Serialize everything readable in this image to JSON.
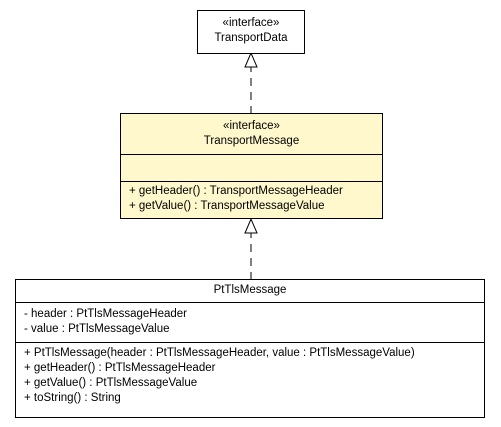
{
  "diagram": {
    "classes": [
      {
        "id": "transport-data",
        "stereotype": "«interface»",
        "name": "TransportData",
        "fields": [],
        "methods": []
      },
      {
        "id": "transport-message",
        "stereotype": "«interface»",
        "name": "TransportMessage",
        "fields": [],
        "methods": [
          "+ getHeader() : TransportMessageHeader",
          "+ getValue() : TransportMessageValue"
        ]
      },
      {
        "id": "pt-tls-message",
        "stereotype": "",
        "name": "PtTlsMessage",
        "fields": [
          "- header : PtTlsMessageHeader",
          "- value : PtTlsMessageValue"
        ],
        "methods": [
          "+ PtTlsMessage(header : PtTlsMessageHeader, value : PtTlsMessageValue)",
          "+ getHeader() : PtTlsMessageHeader",
          "+ getValue() : PtTlsMessageValue",
          "+ toString() : String"
        ]
      }
    ],
    "relations": [
      {
        "from": "transport-message",
        "to": "transport-data",
        "type": "realization"
      },
      {
        "from": "pt-tls-message",
        "to": "transport-message",
        "type": "realization"
      }
    ],
    "colors": {
      "highlight_fill": "#fff8cc",
      "default_fill": "#ffffff",
      "stroke": "#000000"
    }
  }
}
